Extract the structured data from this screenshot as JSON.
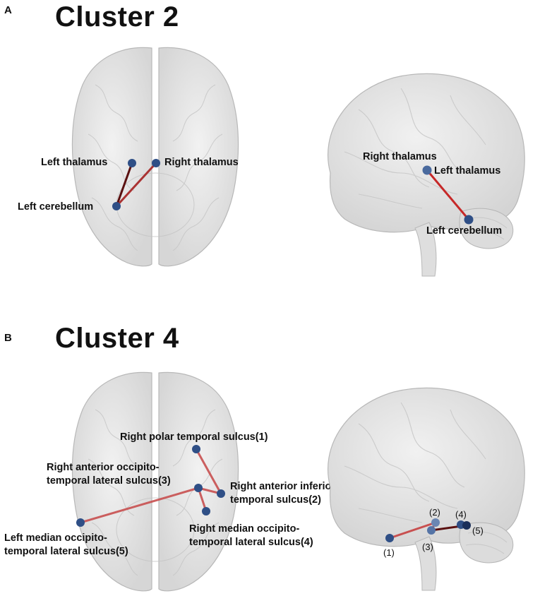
{
  "panels": [
    {
      "letter": "A",
      "title": "Cluster 2",
      "axial_labels": {
        "left_thalamus": "Left thalamus",
        "right_thalamus": "Right thalamus",
        "left_cerebellum": "Left cerebellum"
      },
      "sagittal_labels": {
        "right_thalamus": "Right thalamus",
        "left_thalamus": "Left thalamus",
        "left_cerebellum": "Left cerebellum"
      }
    },
    {
      "letter": "B",
      "title": "Cluster 4",
      "axial_labels": {
        "n1": "Right polar temporal sulcus(1)",
        "n3_line1": "Right anterior occipito-",
        "n3_line2": "temporal lateral sulcus(3)",
        "n2_line1": "Right anterior inferior",
        "n2_line2": "temporal sulcus(2)",
        "n4_line1": "Right median occipito-",
        "n4_line2": "temporal lateral sulcus(4)",
        "n5_line1": "Left median occipito-",
        "n5_line2": "temporal lateral sulcus(5)"
      },
      "sagittal_labels": {
        "n1": "(1)",
        "n2": "(2)",
        "n3": "(3)",
        "n4": "(4)",
        "n5": "(5)"
      }
    }
  ],
  "colors": {
    "edge": "#c62828",
    "edge_dark": "#5a1010",
    "node": "#2f4f86",
    "brain_fill": "#e6e6e6",
    "brain_stroke": "#b8b8b8"
  }
}
